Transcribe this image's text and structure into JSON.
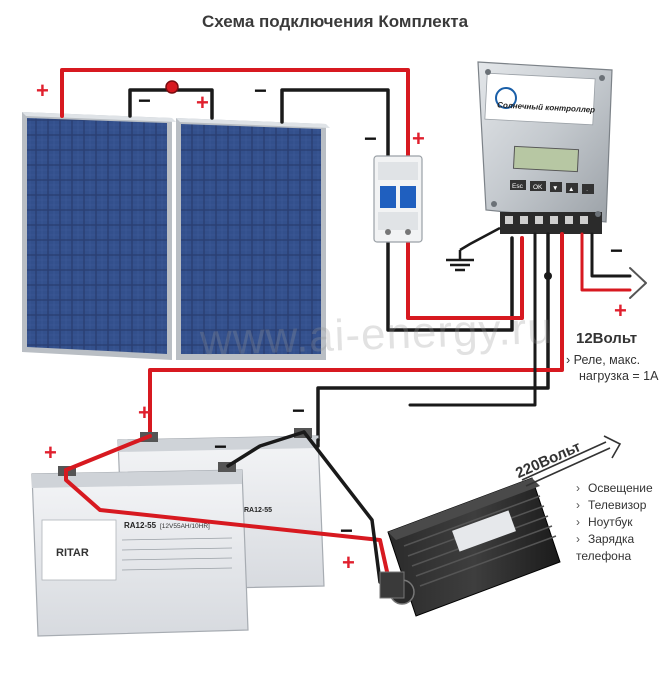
{
  "title": "Схема подключения Комплекта",
  "watermark": "www.ai-energy.ru",
  "polarity": {
    "plus": "+",
    "minus": "−"
  },
  "controller": {
    "label": "Солнечный контроллер",
    "buttons": [
      "Esc",
      "OK",
      "▼",
      "▲",
      "·"
    ]
  },
  "output_12v": {
    "voltage": "12Вольт",
    "relay_line1": "Реле, макс.",
    "relay_line2": "нагрузка = 1А",
    "relay_marker": "›"
  },
  "output_220v": {
    "voltage": "220Вольт",
    "loads": [
      "Освещение",
      "Телевизор",
      "Ноутбук",
      "Зарядка телефона"
    ],
    "marker": "›"
  },
  "battery": {
    "brand": "RITAR",
    "model": "RA12-55",
    "spec": "[12V55AH/10HR]"
  },
  "colors": {
    "positive_wire": "#d71920",
    "negative_wire": "#1a1a1a",
    "panel_cell": "#2a3f73",
    "panel_frame": "#b9bec4",
    "controller_body": "#c8ccd0",
    "inverter_body": "#1f1f1f",
    "battery_body": "#e9ebee"
  }
}
